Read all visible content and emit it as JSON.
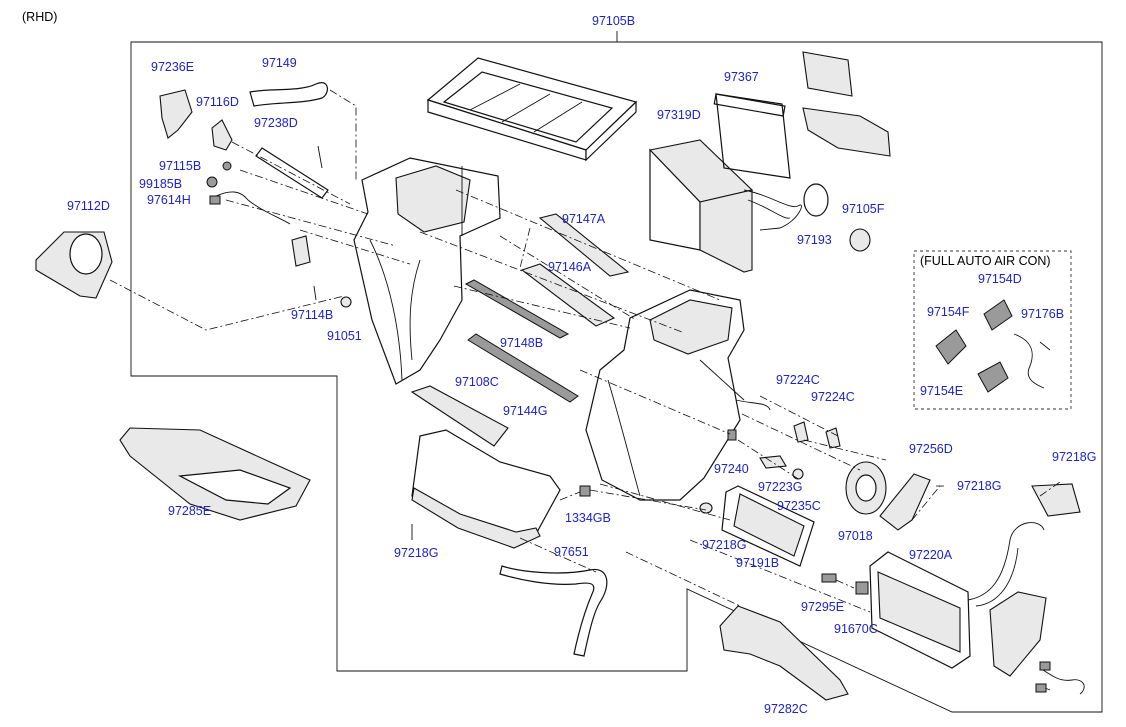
{
  "diagram": {
    "corner_note": "(RHD)",
    "main_assembly": "97105B",
    "full_auto_title": "(FULL AUTO AIR CON)",
    "labels": {
      "p97236E": "97236E",
      "p97149": "97149",
      "p97116D": "97116D",
      "p97238D": "97238D",
      "p97115B": "97115B",
      "p99185B": "99185B",
      "p97614H": "97614H",
      "p97112D": "97112D",
      "p97114B": "97114B",
      "p91051": "91051",
      "p97367": "97367",
      "p97319D": "97319D",
      "p97193": "97193",
      "p97105F": "97105F",
      "p97147A": "97147A",
      "p97146A": "97146A",
      "p97148B": "97148B",
      "p97108C": "97108C",
      "p97144G": "97144G",
      "p97154D": "97154D",
      "p97154F": "97154F",
      "p97176B": "97176B",
      "p97154E": "97154E",
      "p97224C_a": "97224C",
      "p97224C_b": "97224C",
      "p97256D": "97256D",
      "p97218G_a": "97218G",
      "p97218G_b": "97218G",
      "p97218G_c": "97218G",
      "p97218G_d": "97218G",
      "p97240": "97240",
      "p97223G": "97223G",
      "p97235C": "97235C",
      "p97018": "97018",
      "p97285E": "97285E",
      "p1334GB": "1334GB",
      "p97651": "97651",
      "p97191B": "97191B",
      "p97220A": "97220A",
      "p97295E": "97295E",
      "p91670C": "91670C",
      "p97282C": "97282C"
    }
  }
}
